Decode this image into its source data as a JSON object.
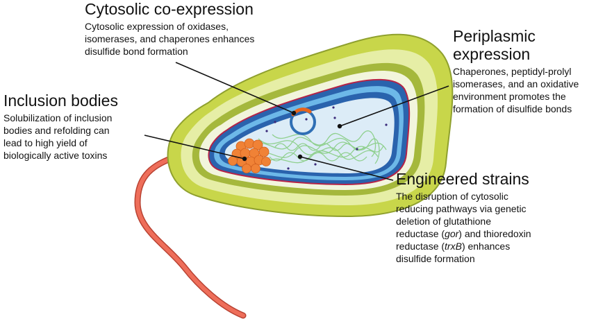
{
  "sections": {
    "cytosolic": {
      "title": "Cytosolic co-expression",
      "lines": [
        "Cytosolic expression of oxidases,",
        "isomerases, and chaperones enhances",
        "disulfide bond formation"
      ]
    },
    "periplasmic": {
      "title_lines": [
        "Periplasmic",
        "expression"
      ],
      "lines": [
        "Chaperones, peptidyl-prolyl",
        "isomerases, and an oxidative",
        "environment promotes the",
        "formation of disulfide bonds"
      ]
    },
    "inclusion": {
      "title": "Inclusion bodies",
      "lines": [
        "Solubilization of inclusion",
        "bodies and refolding can",
        "lead to high yield of",
        "biologically active toxins"
      ]
    },
    "engineered": {
      "title": "Engineered strains",
      "lines_before": [
        "The disruption of cytosolic",
        "reducing pathways via genetic",
        "deletion of glutathione"
      ],
      "gor_prefix": "reductase (",
      "gor_gene": "gor",
      "gor_suffix": ") and thioredoxin",
      "trx_prefix": "reductase (",
      "trx_gene": "trxB",
      "trx_suffix": ") enhances",
      "last_line": "disulfide formation"
    }
  },
  "colors": {
    "outer_wall": "#c8d64a",
    "outer_wall_light": "#e4ec9c",
    "inner_band": "#a2b63a",
    "membrane_dark": "#1f5aa6",
    "membrane_light": "#5fb0e6",
    "membrane_red": "#c2224a",
    "cytoplasm": "#dcecf7",
    "dna": "#9ed69c",
    "plasmid": "#2f6fb5",
    "plasmid_insert": "#e8641c",
    "inclusion_body": "#f08236",
    "flagellum": "#e8604e",
    "pointer": "#111111"
  }
}
